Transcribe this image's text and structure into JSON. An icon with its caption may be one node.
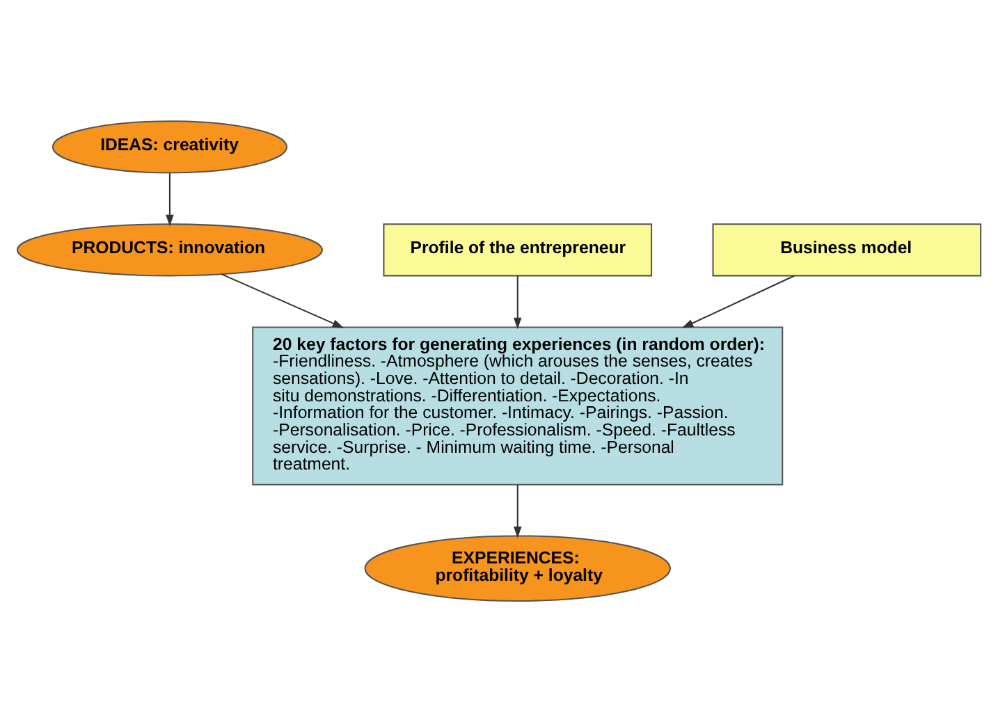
{
  "diagram": {
    "nodes": [
      {
        "text": [
          "IDEAS: creativity"
        ]
      },
      {
        "text": [
          "PRODUCTS: innovation"
        ]
      },
      {
        "text": [
          "Profile of the entrepreneur"
        ]
      },
      {
        "text": [
          "Business model"
        ]
      },
      {
        "text": [
          "20 key factors for generating experiences (in random order):",
          "-Friendliness. -Atmosphere (which arouses the senses, creates sensations). -Love. -Attention to detail. -Decoration. -In situ demonstrations. -Differentiation. -Expectations. -Information for the customer. -Intimacy. -Pairings. -Passion. -Personalisation. -Price. -Professionalism. -Speed. -Faultless service. -Surprise. - Minimum waiting time. -Personal treatment."
        ]
      },
      {
        "text": [
          "EXPERIENCES:",
          "profitability + loyalty"
        ]
      }
    ],
    "edges": [
      {
        "from": 0,
        "to": 1,
        "arrow": "to"
      },
      {
        "from": 1,
        "to": 4,
        "arrow": "to"
      },
      {
        "from": 2,
        "to": 4,
        "arrow": "to"
      },
      {
        "from": 3,
        "to": 4,
        "arrow": "to"
      },
      {
        "from": 4,
        "to": 5,
        "arrow": "to"
      }
    ]
  }
}
